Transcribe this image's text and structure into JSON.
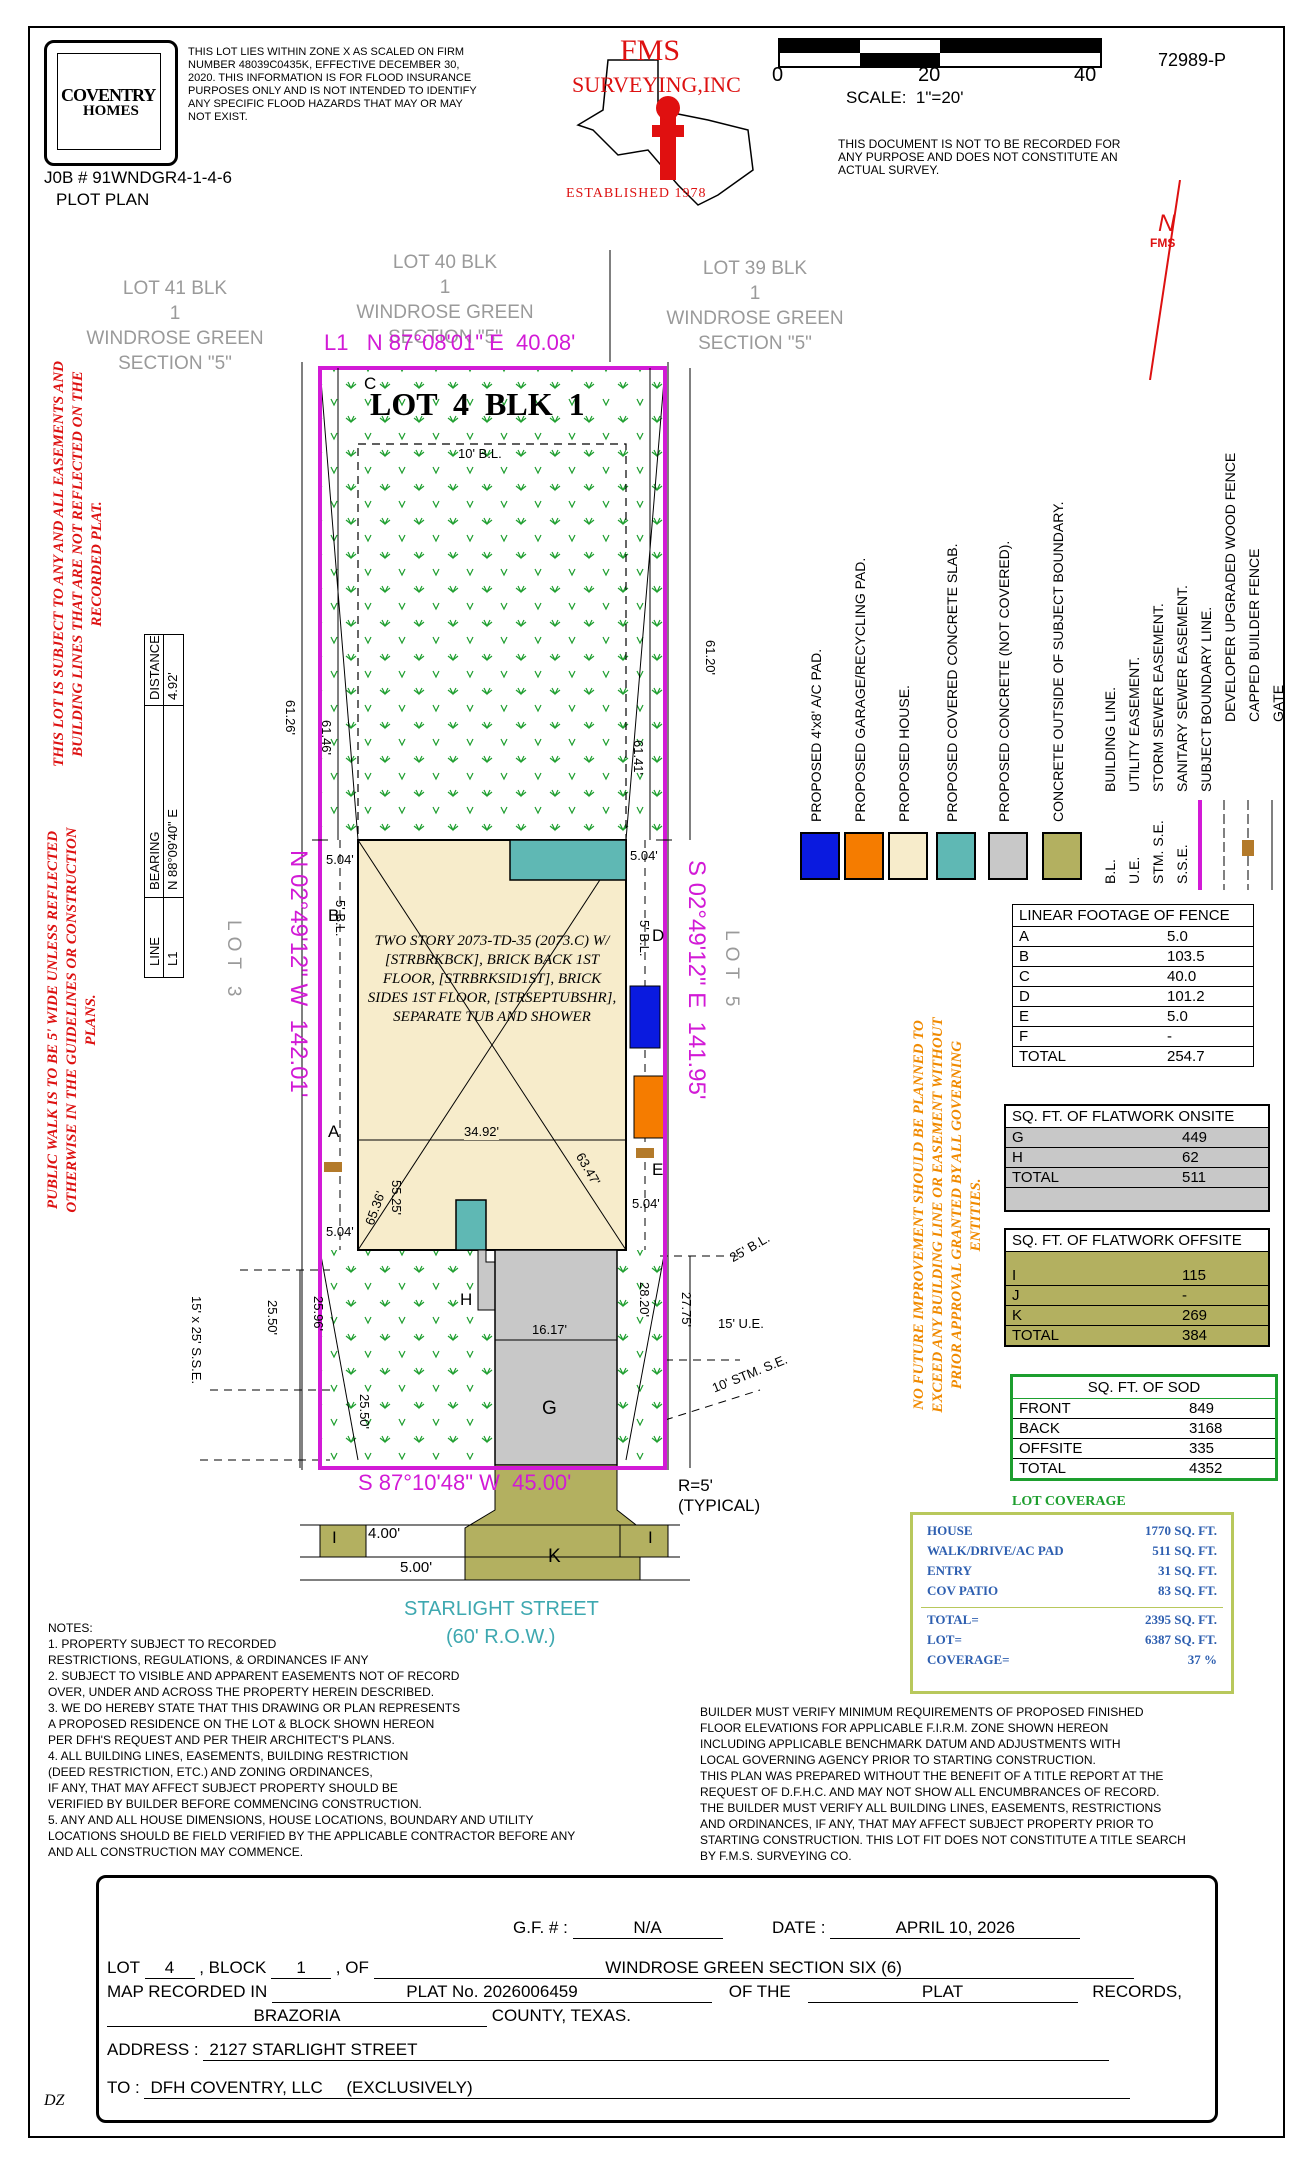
{
  "header": {
    "logo_line1": "COVENTRY",
    "logo_line2": "HOMES",
    "flood_note": "THIS LOT LIES WITHIN ZONE X AS SCALED ON FIRM NUMBER 48039C0435K, EFFECTIVE DECEMBER 30, 2020. THIS INFORMATION IS FOR FLOOD INSURANCE PURPOSES ONLY AND IS NOT INTENDED TO IDENTIFY ANY SPECIFIC FLOOD HAZARDS THAT MAY OR MAY NOT EXIST.",
    "job_no": "J0B # 91WNDGR4-1-4-6",
    "plan_type": "PLOT PLAN",
    "company_line1": "FMS",
    "company_line2": "SURVEYING,INC",
    "established": "ESTABLISHED 1978",
    "scale_ticks": [
      "0",
      "20",
      "40"
    ],
    "scale": "SCALE:  1\"=20'",
    "doc_no": "72989-P",
    "disclaimer": "THIS DOCUMENT IS NOT TO BE RECORDED FOR ANY PURPOSE AND DOES NOT CONSTITUTE AN ACTUAL SURVEY.",
    "north": "N",
    "north_sub": "FMS"
  },
  "adjacent_lots": {
    "lot41_a": "LOT  41  BLK",
    "lot41_b": "1",
    "lot41_c": "WINDROSE GREEN",
    "lot41_d": "SECTION \"5\"",
    "lot40_a": "LOT  40  BLK",
    "lot40_b": "1",
    "lot40_c": "WINDROSE GREEN",
    "lot40_d": "SECTION \"5\"",
    "lot39_a": "LOT  39  BLK",
    "lot39_b": "1",
    "lot39_c": "WINDROSE GREEN",
    "lot39_d": "SECTION \"5\"",
    "lot3": "LOT 3",
    "lot5": "LOT 5"
  },
  "plat": {
    "top_bearing": "L1   N 87°08'01\" E  40.08'",
    "lot_title": "LOT  4  BLK  1",
    "rear_bl": "10' B.L.",
    "left_bearing": "N 02°49'12\" W  142.01'",
    "right_bearing": "S 02°49'12\" E  141.95'",
    "bottom_bearing": "S 87°10'48\" W  45.00'",
    "dim_61_26": "61.26'",
    "dim_61_46": "61.46'",
    "dim_61_41": "61.41'",
    "dim_61_20": "61.20'",
    "dim_5_04": "5.04'",
    "side_bl": "5' B.L.",
    "house_text": "TWO STORY 2073-TD-35 (2073.C) W/ [STRBRKBCK], BRICK BACK 1ST FLOOR, [STRBRKSID1ST], BRICK SIDES 1ST FLOOR, [STRSEPTUBSHR], SEPARATE TUB AND SHOWER",
    "house_width": "34.92'",
    "diag_65_36": "65.36'",
    "diag_55_25": "55.25'",
    "diag_63_47": "63.47'",
    "dim_25_50": "25.50'",
    "dim_25_96": "25.96'",
    "dim_28_20": "28.20'",
    "dim_27_75": "27.75'",
    "drive_width": "16.17'",
    "front_bl": "25' B.L.",
    "ue": "15' U.E.",
    "stm": "10' STM. S.E.",
    "sse": "15' x 25' S.S.E.",
    "radius": "R=5'\n(TYPICAL)",
    "walk_4": "4.00'",
    "walk_5": "5.00'",
    "street": "STARLIGHT STREET",
    "row": "(60' R.O.W.)",
    "labels": {
      "A": "A",
      "B": "B",
      "C": "C",
      "D": "D",
      "E": "E",
      "G": "G",
      "H": "H",
      "I": "I",
      "K": "K"
    }
  },
  "line_table": {
    "headers": [
      "LINE",
      "BEARING",
      "DISTANCE"
    ],
    "rows": [
      [
        "L1",
        "N 88°09'40\" E",
        "4.92'"
      ]
    ]
  },
  "side_notes": {
    "red1": "THIS LOT IS SUBJECT TO ANY AND ALL EASEMENTS AND BUILDING LINES THAT ARE NOT REFLECTED ON THE RECORDED PLAT.",
    "red2": "PUBLIC WALK IS TO BE 5' WIDE UNLESS REFLECTED OTHERWISE IN THE GUIDELINES OR CONSTRUCTION PLANS.",
    "orange": "NO FUTURE IMPROVEMENT SHOULD BE PLANNED TO EXCEED ANY BUILDING LINE OR EASEMENT WITHOUT PRIOR APPROVAL GRANTED BY ALL GOVERNING ENTITIES."
  },
  "legend": {
    "items": [
      {
        "label": "PROPOSED 4'x8' A/C PAD.",
        "color": "#0a1adf"
      },
      {
        "label": "PROPOSED GARAGE/RECYCLING PAD.",
        "color": "#f57c00"
      },
      {
        "label": "PROPOSED HOUSE.",
        "color": "#f7eccb"
      },
      {
        "label": "PROPOSED COVERED CONCRETE SLAB.",
        "color": "#5fb8b4"
      },
      {
        "label": "PROPOSED CONCRETE (NOT COVERED).",
        "color": "#c8c8c8"
      },
      {
        "label": "CONCRETE OUTSIDE OF SUBJECT BOUNDARY.",
        "color": "#b3b060"
      }
    ],
    "line_items": [
      {
        "abbr": "B.L.",
        "label": "BUILDING LINE."
      },
      {
        "abbr": "U.E.",
        "label": "UTILITY EASEMENT."
      },
      {
        "abbr": "STM. S.E.",
        "label": "STORM SEWER EASEMENT."
      },
      {
        "abbr": "S.S.E.",
        "label": "SANITARY SEWER EASEMENT."
      },
      {
        "abbr": "",
        "label": "SUBJECT BOUNDARY LINE."
      },
      {
        "abbr": "",
        "label": "DEVELOPER UPGRADED WOOD FENCE"
      },
      {
        "abbr": "",
        "label": "CAPPED BUILDER FENCE"
      },
      {
        "abbr": "",
        "label": "GATE"
      }
    ]
  },
  "fence_table": {
    "title": "LINEAR FOOTAGE OF FENCE",
    "rows": [
      [
        "A",
        "5.0"
      ],
      [
        "B",
        "103.5"
      ],
      [
        "C",
        "40.0"
      ],
      [
        "D",
        "101.2"
      ],
      [
        "E",
        "5.0"
      ],
      [
        "F",
        "-"
      ],
      [
        "TOTAL",
        "254.7"
      ]
    ]
  },
  "flatwork_onsite": {
    "title": "SQ. FT. OF FLATWORK ONSITE",
    "rows": [
      [
        "G",
        "449"
      ],
      [
        "H",
        "62"
      ],
      [
        "TOTAL",
        "511"
      ]
    ]
  },
  "flatwork_offsite": {
    "title": "SQ. FT. OF FLATWORK OFFSITE",
    "rows": [
      [
        "I",
        "115"
      ],
      [
        "J",
        "-"
      ],
      [
        "K",
        "269"
      ],
      [
        "TOTAL",
        "384"
      ]
    ]
  },
  "sod": {
    "title": "SQ. FT. OF SOD",
    "rows": [
      [
        "FRONT",
        "849"
      ],
      [
        "BACK",
        "3168"
      ],
      [
        "OFFSITE",
        "335"
      ],
      [
        "TOTAL",
        "4352"
      ]
    ]
  },
  "coverage": {
    "title": "LOT COVERAGE",
    "rows": [
      [
        "HOUSE",
        "1770 SQ. FT."
      ],
      [
        "WALK/DRIVE/AC PAD",
        "511 SQ. FT."
      ],
      [
        "ENTRY",
        "31 SQ. FT."
      ],
      [
        "COV PATIO",
        "83 SQ. FT."
      ]
    ],
    "totals": [
      [
        "TOTAL=",
        "2395 SQ. FT."
      ],
      [
        "LOT=",
        "6387 SQ. FT."
      ],
      [
        "COVERAGE=",
        "37 %"
      ]
    ]
  },
  "notes_left": "NOTES:\n1. PROPERTY SUBJECT TO RECORDED\nRESTRICTIONS, REGULATIONS, & ORDINANCES IF ANY\n2. SUBJECT TO VISIBLE AND APPARENT EASEMENTS NOT OF RECORD\nOVER, UNDER AND ACROSS THE PROPERTY HEREIN DESCRIBED.\n3. WE DO HEREBY STATE THAT THIS DRAWING OR PLAN REPRESENTS\nA PROPOSED RESIDENCE ON THE LOT & BLOCK SHOWN HEREON\nPER DFH'S REQUEST AND PER THEIR ARCHITECT'S PLANS.\n4. ALL BUILDING LINES, EASEMENTS, BUILDING RESTRICTION\n(DEED RESTRICTION, ETC.) AND ZONING ORDINANCES,\nIF ANY, THAT MAY AFFECT SUBJECT PROPERTY SHOULD BE\nVERIFIED BY BUILDER BEFORE COMMENCING CONSTRUCTION.\n5. ANY AND ALL HOUSE DIMENSIONS, HOUSE LOCATIONS, BOUNDARY AND UTILITY\nLOCATIONS SHOULD BE FIELD VERIFIED BY THE APPLICABLE CONTRACTOR BEFORE ANY\nAND ALL CONSTRUCTION MAY COMMENCE.",
  "notes_right": "BUILDER MUST VERIFY MINIMUM REQUIREMENTS OF PROPOSED FINISHED\nFLOOR ELEVATIONS FOR APPLICABLE F.I.R.M. ZONE SHOWN HEREON\nINCLUDING APPLICABLE BENCHMARK DATUM AND ADJUSTMENTS WITH\nLOCAL GOVERNING AGENCY PRIOR TO STARTING CONSTRUCTION.\nTHIS PLAN WAS PREPARED WITHOUT THE BENEFIT OF A TITLE REPORT AT THE\nREQUEST OF D.F.H.C. AND MAY NOT SHOW ALL ENCUMBRANCES OF RECORD.\nTHE BUILDER MUST VERIFY ALL BUILDING LINES, EASEMENTS, RESTRICTIONS\nAND ORDINANCES, IF ANY, THAT MAY AFFECT SUBJECT PROPERTY PRIOR TO\nSTARTING CONSTRUCTION. THIS LOT FIT DOES NOT CONSTITUTE A TITLE SEARCH\nBY F.M.S. SURVEYING CO.",
  "title_block": {
    "gf_label": "G.F. # :",
    "gf_value": "N/A",
    "date_label": "DATE :",
    "date_value": "APRIL 10, 2026",
    "lot_label": "LOT",
    "lot_value": "4",
    "block_label": ", BLOCK",
    "block_value": "1",
    "of_label": ", OF",
    "subdivision": "WINDROSE GREEN SECTION SIX (6)",
    "map_label": "MAP RECORDED IN",
    "map_value": "PLAT No. 2026006459",
    "of_the": "OF THE",
    "of_the_value": "PLAT",
    "records": "RECORDS,",
    "county_value": "BRAZORIA",
    "county_label": "COUNTY, TEXAS.",
    "address_label": "ADDRESS :",
    "address_value": "2127 STARLIGHT STREET",
    "to_label": "TO :",
    "to_value": "DFH COVENTRY, LLC     (EXCLUSIVELY)",
    "initials": "DZ"
  }
}
